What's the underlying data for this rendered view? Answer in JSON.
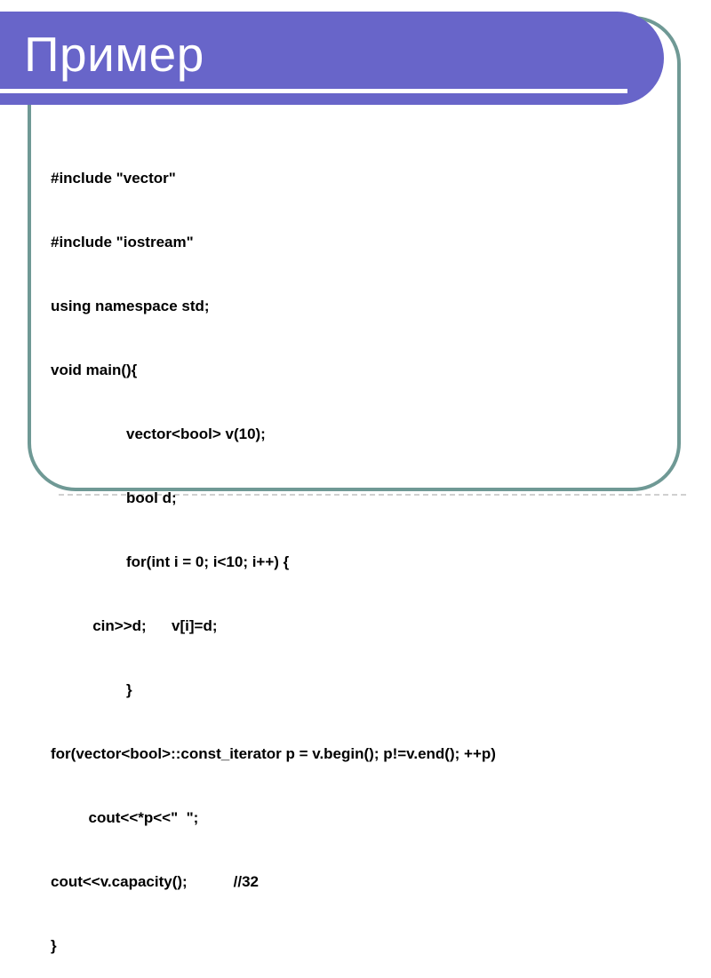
{
  "slide": {
    "title": "Пример",
    "colors": {
      "title_bar": "#6865c9",
      "title_text": "#ffffff",
      "frame_border": "#6f9995",
      "code_text": "#000000"
    }
  },
  "code": {
    "lines": [
      "#include \"vector\"",
      "#include \"iostream\"",
      "using namespace std;",
      "void main(){",
      "                  vector<bool> v(10);",
      "                  bool d;",
      "                  for(int i = 0; i<10; i++) {",
      "          cin>>d;      v[i]=d;",
      "                  }",
      "for(vector<bool>::const_iterator p = v.begin(); p!=v.end(); ++p)",
      "         cout<<*p<<\"  \";",
      "cout<<v.capacity();           //32",
      "}"
    ]
  }
}
